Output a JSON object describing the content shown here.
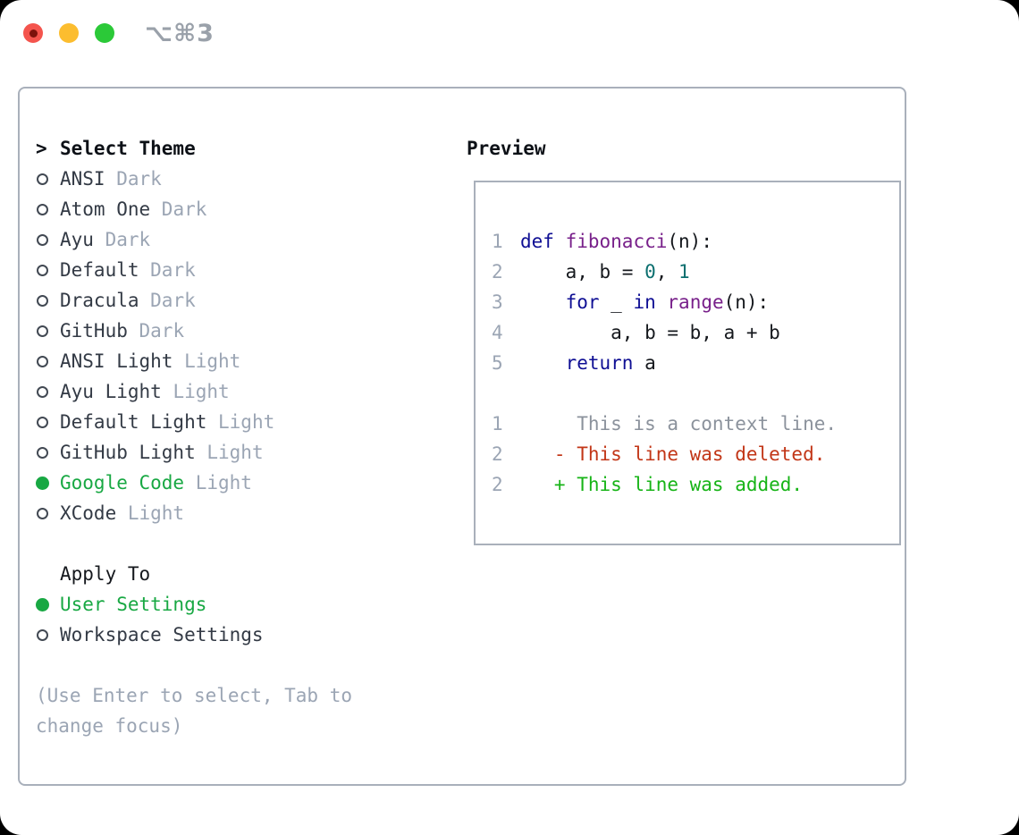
{
  "titlebar": {
    "shortcut": "⌥⌘3"
  },
  "theme_panel": {
    "cursor": ">",
    "title": "Select Theme",
    "themes": [
      {
        "name": "ANSI",
        "variant": "Dark",
        "selected": false
      },
      {
        "name": "Atom One",
        "variant": "Dark",
        "selected": false
      },
      {
        "name": "Ayu",
        "variant": "Dark",
        "selected": false
      },
      {
        "name": "Default",
        "variant": "Dark",
        "selected": false
      },
      {
        "name": "Dracula",
        "variant": "Dark",
        "selected": false
      },
      {
        "name": "GitHub",
        "variant": "Dark",
        "selected": false
      },
      {
        "name": "ANSI Light",
        "variant": "Light",
        "selected": false
      },
      {
        "name": "Ayu Light",
        "variant": "Light",
        "selected": false
      },
      {
        "name": "Default Light",
        "variant": "Light",
        "selected": false
      },
      {
        "name": "GitHub Light",
        "variant": "Light",
        "selected": false
      },
      {
        "name": "Google Code",
        "variant": "Light",
        "selected": true
      },
      {
        "name": "XCode",
        "variant": "Light",
        "selected": false
      }
    ],
    "apply_to": {
      "title": "Apply To",
      "options": [
        {
          "label": "User Settings",
          "selected": true
        },
        {
          "label": "Workspace Settings",
          "selected": false
        }
      ]
    },
    "help": "(Use Enter to select, Tab to change focus)"
  },
  "preview": {
    "title": "Preview",
    "code_lines": [
      {
        "num": "1",
        "tokens": [
          [
            "k",
            "def"
          ],
          [
            "p",
            " "
          ],
          [
            "f",
            "fibonacci"
          ],
          [
            "p",
            "(n):"
          ]
        ]
      },
      {
        "num": "2",
        "tokens": [
          [
            "p",
            "    a, b = "
          ],
          [
            "n",
            "0"
          ],
          [
            "p",
            ", "
          ],
          [
            "n",
            "1"
          ]
        ]
      },
      {
        "num": "3",
        "tokens": [
          [
            "p",
            "    "
          ],
          [
            "k",
            "for"
          ],
          [
            "p",
            " _ "
          ],
          [
            "k",
            "in"
          ],
          [
            "p",
            " "
          ],
          [
            "f",
            "range"
          ],
          [
            "p",
            "(n):"
          ]
        ]
      },
      {
        "num": "4",
        "tokens": [
          [
            "p",
            "        a, b = b, a + b"
          ]
        ]
      },
      {
        "num": "5",
        "tokens": [
          [
            "p",
            "    "
          ],
          [
            "k",
            "return"
          ],
          [
            "p",
            " a"
          ]
        ]
      }
    ],
    "diff_lines": [
      {
        "num": "1",
        "type": "context",
        "text": "     This is a context line."
      },
      {
        "num": "2",
        "type": "deleted",
        "text": "   - This line was deleted."
      },
      {
        "num": "2",
        "type": "added",
        "text": "   + This line was added."
      }
    ]
  },
  "colors": {
    "selected_green": "#18a843",
    "keyword": "#0f0f94",
    "function": "#78208a",
    "number": "#0b6f6f",
    "diff_deleted": "#c23617",
    "diff_added": "#17b417",
    "muted": "#9ba5b4",
    "border": "#a9b0bb"
  }
}
